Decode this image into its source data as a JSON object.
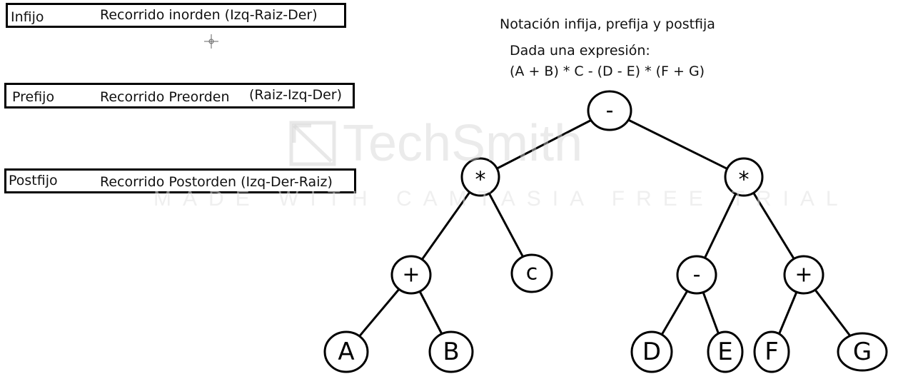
{
  "traversals": [
    {
      "notation": "Infijo",
      "description": "Recorrido inorden (Izq-Raiz-Der)"
    },
    {
      "notation": "Prefijo",
      "description": "Recorrido Preorden",
      "order": "(Raiz-Izq-Der)"
    },
    {
      "notation": "Postfijo",
      "description": "Recorrido Postorden (Izq-Der-Raiz)"
    }
  ],
  "header": {
    "title": "Notación infija, prefija y postfija",
    "subtitle": "Dada una expresión:",
    "expression": "(A + B) * C - (D - E) * (F + G)"
  },
  "tree": {
    "root": "-",
    "left_mul": "*",
    "right_mul": "*",
    "plus_ab": "+",
    "c": "c",
    "minus_de": "-",
    "plus_fg": "+",
    "a": "A",
    "b": "B",
    "d": "D",
    "e": "E",
    "f": "F",
    "g": "G"
  },
  "watermark": {
    "brand": "TechSmith",
    "tagline": "MADE WITH CAMTASIA FREE TRIAL"
  }
}
